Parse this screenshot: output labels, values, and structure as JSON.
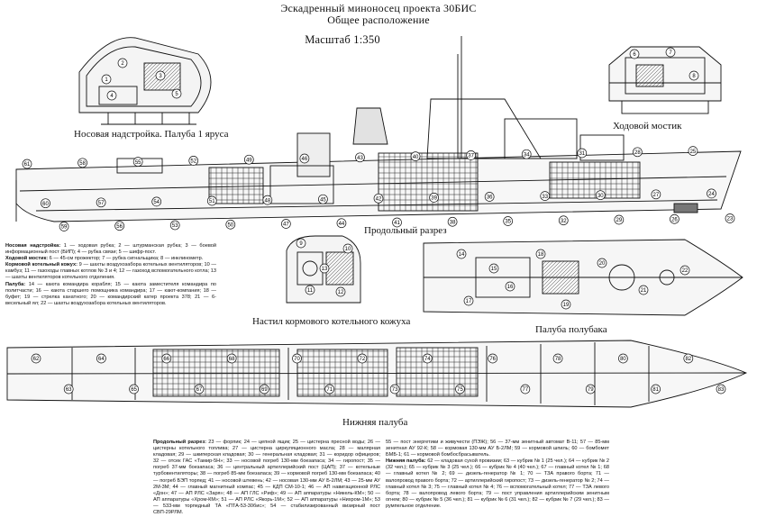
{
  "header": {
    "title": "Эскадренный миноносец проекта 30БИС",
    "subtitle": "Общее расположение",
    "scale": "Масштаб 1:350"
  },
  "views": {
    "bow_superstructure": "Носовая надстройка. Палуба 1 яруса",
    "bridge": "Ходовой мостик",
    "profile": "Продольный разрез",
    "aft_casing": "Настил кормового котельного кожуха",
    "forecastle": "Палуба полубака",
    "lower_deck": "Нижняя палуба"
  },
  "legend_left": [
    {
      "head": "Носовая надстройка:",
      "text": " 1 — ходовая рубка; 2 — штурманская рубка; 3 — боевой информационный пост (БИП); 4 — рубка связи; 5 — шифр-пост."
    },
    {
      "head": "Ходовой мостик:",
      "text": " 6 — 45-см прожектор; 7 — рубка сигнальщика; 8 — инклинометр."
    },
    {
      "head": "Кормовой котельный кожух:",
      "text": " 9 — шахты воздухозабора котельных вентиляторов; 10 — камбуз; 11 — газоходы главных котлов № 3 и 4; 12 — газоход вспомогательного котла; 13 — шахты вентиляторов котельного отделения."
    },
    {
      "head": "Палуба:",
      "text": " 14 — каюта командира корабля; 15 — каюта заместителя командира по политчасти; 16 — каюта старшего помощника командира; 17 — кают-компания; 18 — буфет; 19 — стрелка канатного; 20 — командирский катер проекта 378; 21 — 6-весельный ял; 22 — шахты воздухозабора котельных вентиляторов."
    }
  ],
  "legend_profile": [
    {
      "head": "Продольный разрез:",
      "text": " 23 — форпик; 24 — цепной ящик; 25 — цистерна пресной воды; 26 — цистерны котельного топлива; 27 — цистерна циркуляционного масла; 28 — малярная кладовая; 29 — шкиперская кладовая; 30 — генеральная кладовая; 31 — коридор офицеров; 32 — отсек ГАС «Тамир-5Н»; 33 — носовой погреб 130-мм боезапаса; 34 — гиропост; 35 — погреб 37-мм боезапаса; 36 — центральный артиллерийский пост (ЦАП); 37 — котельные турбовентиляторы; 38 — погреб 85-мм боезапаса; 39 — кормовой погреб 130-мм боезапаса; 40 — погреб БЭП торпед; 41 — носовой штевень; 42 — носовая 130-мм АУ Б-2ЛМ; 43 — 25-мм АУ 2М-3М; 44 — главный магнитный компас; 45 — КДП СМ-10-1; 46 — АП навигационной РЛС «Дон»; 47 — АП РЛС «Заря»; 48 — АП ГЛС «Риф»; 49 — АП аппаратуры «Никель-КМ»; 50 — АП аппаратуры «Хром-КМ»; 51 — АП РЛС «Якорь-1М»; 52 — АП аппаратуры «Нихром-1М»; 53 — 533-мм торпедный ТА «ПТА-53-30бис»; 54 — стабилизированный визирный пост СВП-29РЛМ."
    }
  ],
  "legend_right": [
    {
      "head": "",
      "text": "55 — пост энергетики и живучести (ПЭЖ); 56 — 37-мм зенитный автомат В-11; 57 — 85-мм зенитная АУ 92-К; 58 — кормовая 130-мм АУ Б-2ЛМ; 59 — кормовой шпиль; 60 — бомбомет БМБ-1; 61 — кормовой бомбосбрасыватель."
    },
    {
      "head": "Нижняя палуба:",
      "text": " 62 — кладовая сухой провизии; 63 — кубрик № 1 (25 чел.); 64 — кубрик № 2 (32 чел.); 65 — кубрик № 3 (25 чел.); 66 — кубрик № 4 (40 чел.); 67 — главный котел № 1; 68 — главный котел № 2; 69 — дизель-генератор № 1; 70 — ТЗА правого борта; 71 — валопровод правого борта; 72 — артиллерийский гиропост; 73 — дизель-генератор № 2; 74 — главный котел № 3; 75 — главный котел № 4; 76 — вспомогательный котел; 77 — ТЗА левого борта; 78 — валопровод левого борта; 79 — пост управления артиллерийским зенитным огнем; 80 — кубрик № 5 (36 чел.); 81 — кубрик № 6 (31 чел.); 82 — кубрик № 7 (29 чел.); 83 — румпельное отделение."
    }
  ],
  "callouts": {
    "bow": [
      "1",
      "2",
      "3",
      "4",
      "5"
    ],
    "bridge": [
      "6",
      "7",
      "8"
    ],
    "profile": [
      "61",
      "60",
      "59",
      "58",
      "57",
      "56",
      "55",
      "54",
      "53",
      "52",
      "51",
      "50",
      "49",
      "48",
      "47",
      "46",
      "45",
      "44",
      "43",
      "42",
      "41",
      "40",
      "39",
      "38",
      "37",
      "36",
      "35",
      "34",
      "33",
      "32",
      "31",
      "30",
      "29",
      "28",
      "27",
      "26",
      "25",
      "24",
      "23"
    ],
    "aft_casing": [
      "9",
      "10",
      "11",
      "12",
      "13"
    ],
    "forecastle": [
      "14",
      "15",
      "16",
      "17",
      "18",
      "19",
      "20",
      "21",
      "22"
    ],
    "lower_deck": [
      "62",
      "63",
      "64",
      "65",
      "66",
      "67",
      "68",
      "69",
      "70",
      "71",
      "72",
      "73",
      "74",
      "75",
      "76",
      "77",
      "78",
      "79",
      "80",
      "81",
      "82",
      "83"
    ]
  }
}
